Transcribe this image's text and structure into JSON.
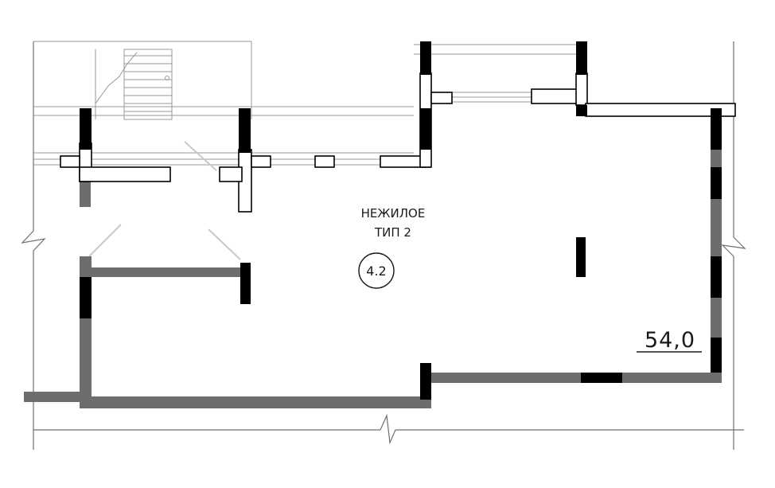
{
  "room": {
    "name_line1": "НЕЖИЛОЕ",
    "name_line2": "ТИП 2",
    "number": "4.2",
    "area": "54,0"
  },
  "colors": {
    "wall_gray": "#6d6d6d",
    "column_black": "#000000",
    "thin_line": "#9a9a9a",
    "text": "#1a1a1a"
  }
}
